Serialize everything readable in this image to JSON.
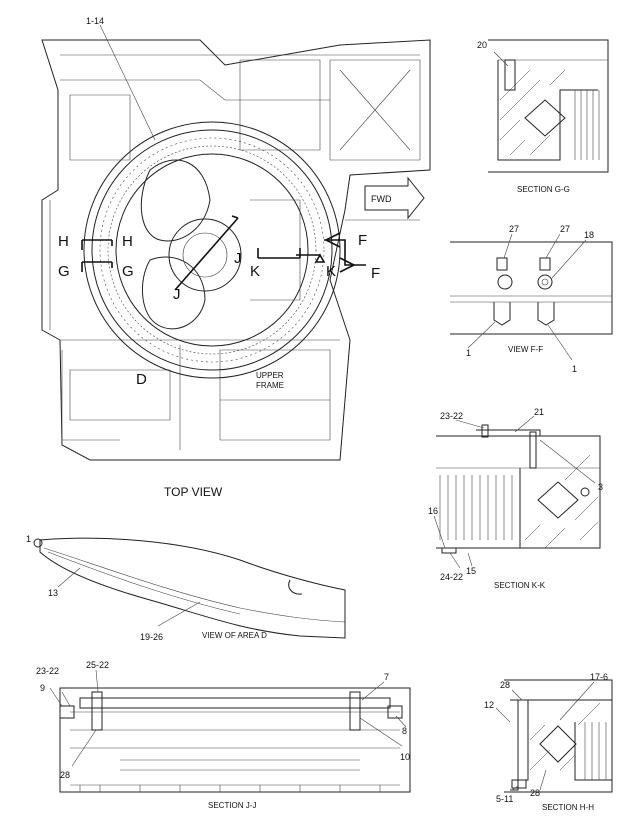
{
  "top_view": {
    "caption": "TOP VIEW",
    "callout_main": "1-14",
    "fwd": "FWD",
    "section_letters": {
      "h1": "H",
      "h2": "H",
      "g1": "G",
      "g2": "G",
      "j1": "J",
      "j2": "J",
      "k1": "K",
      "k2": "K",
      "f1": "F",
      "f2": "F"
    },
    "area_d": "D",
    "upper_frame_line1": "UPPER",
    "upper_frame_line2": "FRAME"
  },
  "section_gg": {
    "caption": "SECTION G-G",
    "callout_20": "20"
  },
  "view_ff": {
    "caption": "VIEW F-F",
    "c27a": "27",
    "c27b": "27",
    "c18": "18",
    "c1a": "1",
    "c1b": "1"
  },
  "section_kk": {
    "caption": "SECTION K-K",
    "c23_22": "23-22",
    "c21": "21",
    "c3": "3",
    "c16": "16",
    "c24_22": "24-22",
    "c15": "15"
  },
  "area_d_view": {
    "caption": "VIEW OF AREA D",
    "c1": "1",
    "c13": "13",
    "c19_26": "19-26"
  },
  "section_jj": {
    "caption": "SECTION J-J",
    "c23_22": "23-22",
    "c25_22": "25-22",
    "c9": "9",
    "c7": "7",
    "c8": "8",
    "c10": "10",
    "c28": "28"
  },
  "section_hh": {
    "caption": "SECTION H-H",
    "c28a": "28",
    "c17_6": "17-6",
    "c12": "12",
    "c5_11": "5-11",
    "c28b": "28"
  }
}
